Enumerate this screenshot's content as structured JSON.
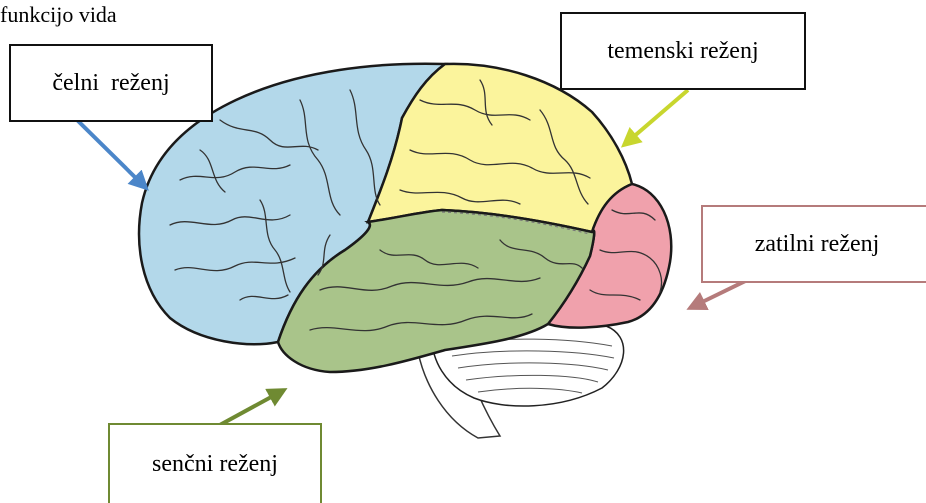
{
  "header": {
    "text": "funkcijo vida"
  },
  "labels": {
    "frontal": "čelni  reženj",
    "parietal": "temenski reženj",
    "occipital": "zatilni reženj",
    "temporal": "senčni reženj"
  },
  "colors": {
    "frontal": "#b3d8ea",
    "parietal": "#fbf49c",
    "occipital": "#f0a1ac",
    "temporal": "#a9c48a",
    "cerebellum": "#ffffff",
    "arrow_frontal": "#4b86c9",
    "arrow_parietal": "#c8d62e",
    "arrow_occipital": "#b57b7b",
    "arrow_temporal": "#6f8a32"
  }
}
